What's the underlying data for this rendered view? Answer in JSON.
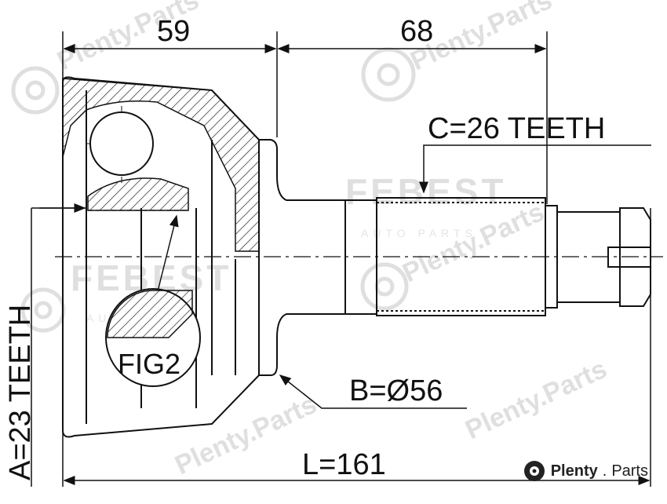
{
  "dimensions": {
    "d59": "59",
    "d68": "68",
    "spline_c": "C=26 TEETH",
    "spline_a": "A=23 TEETH",
    "diameter_b": "B=Ø56",
    "length_l": "L=161"
  },
  "figure_label": "FIG2",
  "watermark": {
    "text": "Plenty.Parts",
    "brand_text": "FEBEST",
    "brand_sub": "AUTO PARTS"
  },
  "brand": {
    "name": "Plenty",
    "dot": ".",
    "suffix": "Parts"
  },
  "icons": [
    "brake-disc-icon"
  ]
}
